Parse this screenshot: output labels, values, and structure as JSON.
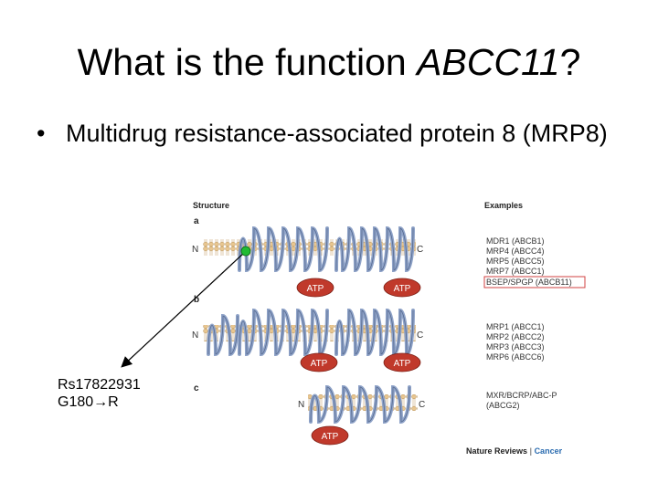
{
  "slide": {
    "title_prefix": "What is the function ",
    "title_gene": "ABCC11",
    "title_suffix": "?",
    "bullet_marker": "•",
    "bullet_text": "Multidrug resistance-associated protein 8 (MRP8)"
  },
  "figure": {
    "structure_heading": "Structure",
    "examples_heading": "Examples",
    "panel_letters": [
      "a",
      "b",
      "c"
    ],
    "terminus_n": "N",
    "terminus_c": "C",
    "atp_label": "ATP",
    "examples_a": [
      "MDR1 (ABCB1)",
      "MRP4 (ABCC4)",
      "MRP5 (ABCC5)",
      "MRP7 (ABCC1)"
    ],
    "examples_a_highlighted": "BSEP/SPGP (ABCB11)",
    "examples_b": [
      "MRP1 (ABCC1)",
      "MRP2 (ABCC2)",
      "MRP3 (ABCC3)",
      "MRP6 (ABCC6)"
    ],
    "examples_c": [
      "MXR/BCRP/ABC-P",
      "(ABCG2)"
    ],
    "journal_name": "Nature Reviews",
    "journal_separator": " | ",
    "journal_section": "Cancer",
    "colors": {
      "helix": "#8fa3c8",
      "helix_outline": "#55698f",
      "atp": "#c0392b",
      "membrane": "#e8c690",
      "highlight_box": "#d04040",
      "cancer": "#2b6cb0",
      "snp_dot": "#22bb33"
    }
  },
  "annotation": {
    "snp_id": "Rs17822931",
    "snp_change_from": "G180",
    "snp_arrow": "→",
    "snp_change_to": "R"
  }
}
